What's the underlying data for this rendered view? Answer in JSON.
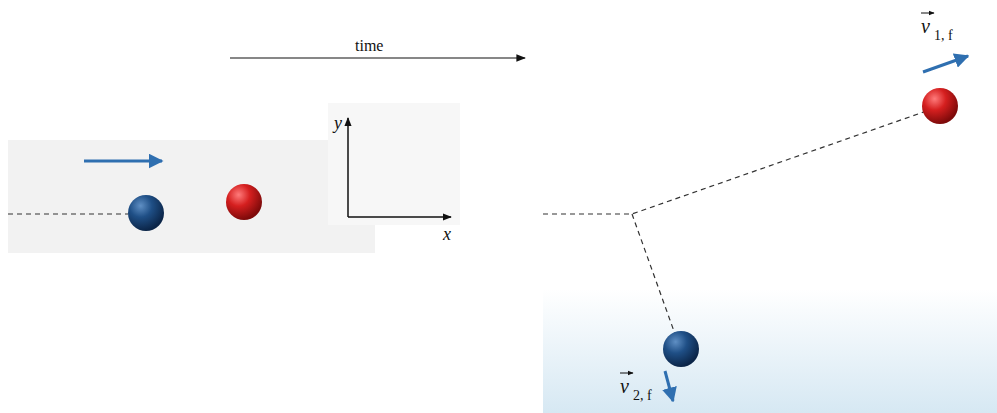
{
  "diagram": {
    "labels": [
      "time",
      "y",
      "x",
      "v",
      "1, f",
      "v",
      "2, f"
    ]
  }
}
